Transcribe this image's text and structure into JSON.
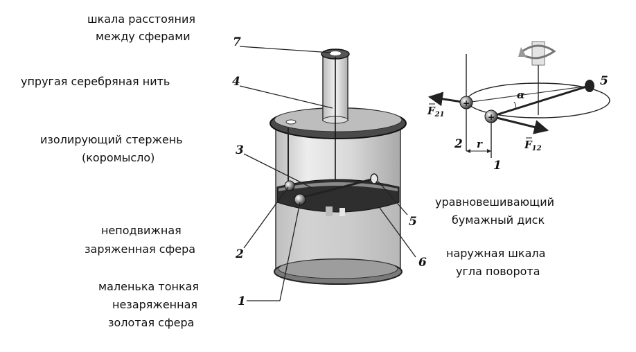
{
  "labels": {
    "scale_distance_l1": "шкала расстояния",
    "scale_distance_l2": "между сферами",
    "thread": "упругая серебряная нить",
    "rod_l1": "изолирующий стержень",
    "rod_l2": "(коромысло)",
    "fixed_sphere_l1": "неподвижная",
    "fixed_sphere_l2": "заряженная сфера",
    "gold_sphere_l1": "маленька тонкая",
    "gold_sphere_l2": "незаряженная",
    "gold_sphere_l3": "золотая сфера",
    "balance_disk_l1": "уравновешивающий",
    "balance_disk_l2": "бумажный диск",
    "outer_scale_l1": "наружная шкала",
    "outer_scale_l2": "угла поворота"
  },
  "callouts": {
    "n1": "1",
    "n2": "2",
    "n3": "3",
    "n4": "4",
    "n5": "5",
    "n6": "6",
    "n7": "7"
  },
  "inset": {
    "alpha": "α",
    "r": "r",
    "f21": "F",
    "f21_sub": "21",
    "f12": "F",
    "f12_sub": "12",
    "n1": "1",
    "n2": "2",
    "n5": "5"
  },
  "colors": {
    "ink": "#111111",
    "glass": "#d6d6d6",
    "dark": "#2a2a2a"
  }
}
